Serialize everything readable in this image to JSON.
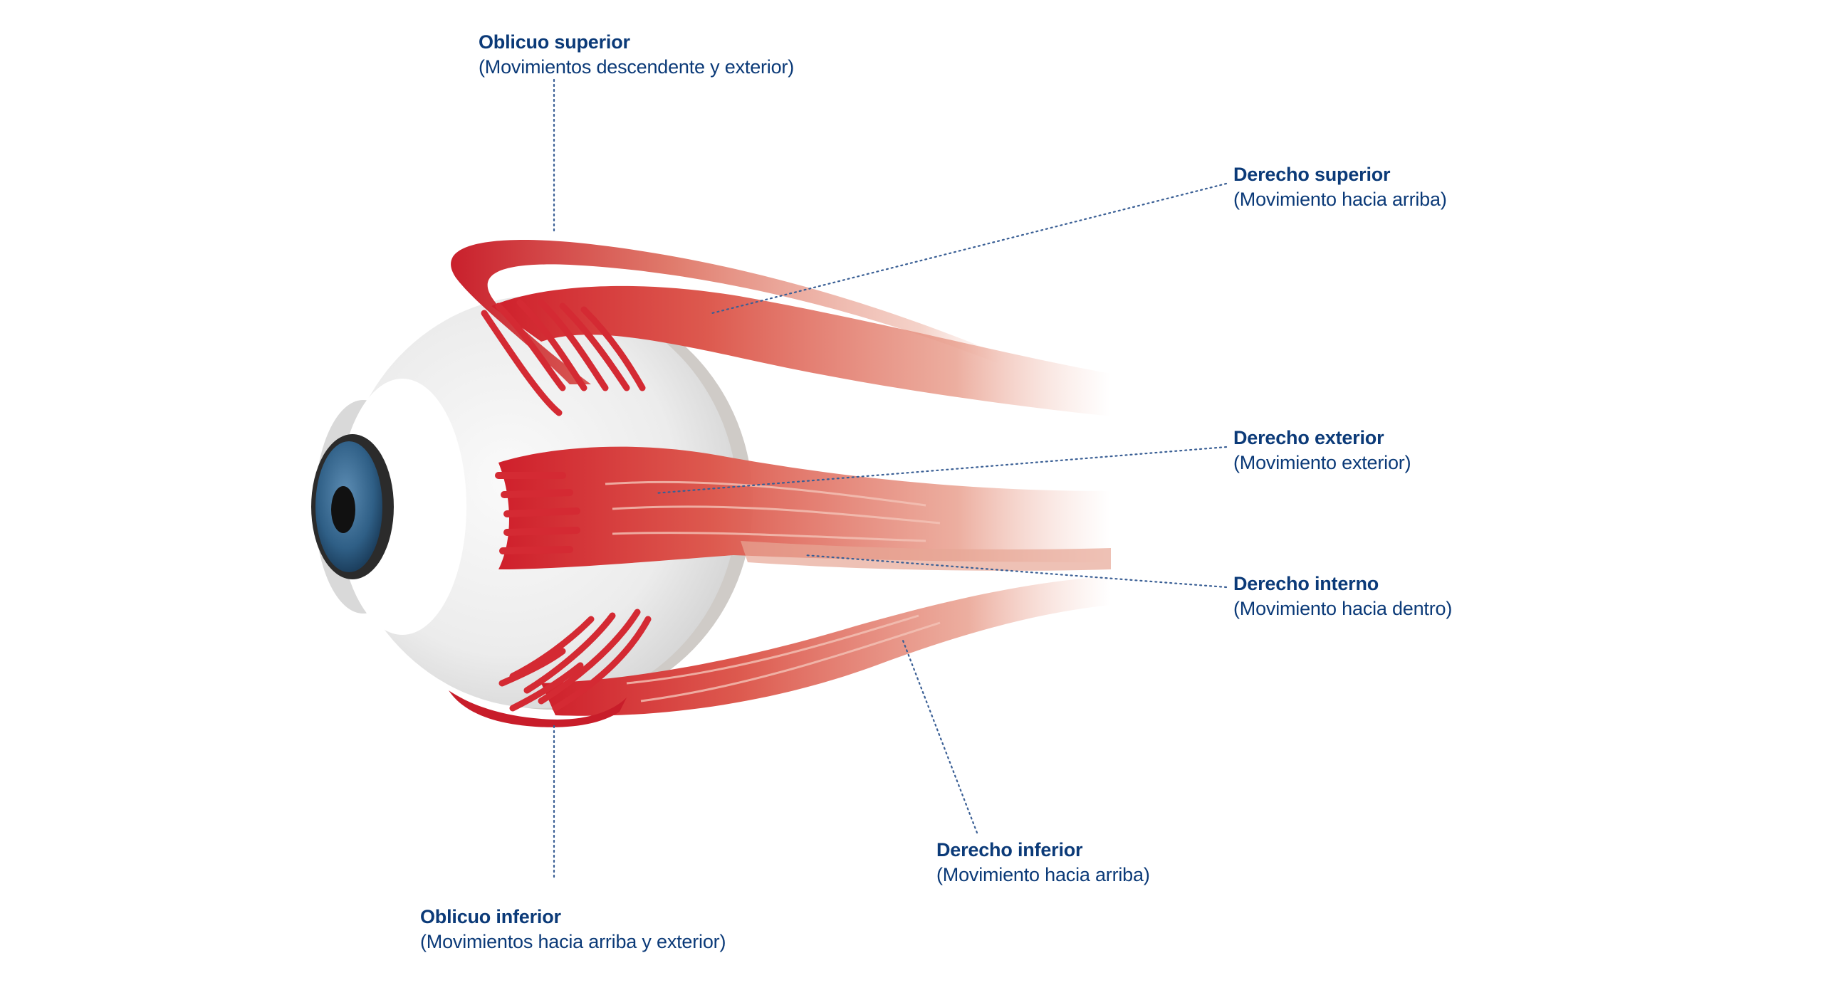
{
  "muscles": [
    {
      "id": "oblicuo_superior",
      "title": "Oblicuo superior",
      "desc": "(Movimientos descendente y exterior)"
    },
    {
      "id": "derecho_superior",
      "title": "Derecho superior",
      "desc": "(Movimiento hacia arriba)"
    },
    {
      "id": "derecho_exterior",
      "title": "Derecho exterior",
      "desc": "(Movimiento exterior)"
    },
    {
      "id": "derecho_interno",
      "title": "Derecho interno",
      "desc": "(Movimiento hacia dentro)"
    },
    {
      "id": "derecho_inferior",
      "title": "Derecho inferior",
      "desc": "(Movimiento hacia arriba)"
    },
    {
      "id": "oblicuo_inferior",
      "title": "Oblicuo inferior",
      "desc": "(Movimientos hacia arriba y exterior)"
    }
  ],
  "colors": {
    "label_text": "#0b3a78",
    "leader_line": "#3a5f95",
    "muscle_red": "#d42a33",
    "muscle_pink": "#e9a08f",
    "iris_blue": "#2f5f86",
    "sclera": "#eeeeee"
  }
}
